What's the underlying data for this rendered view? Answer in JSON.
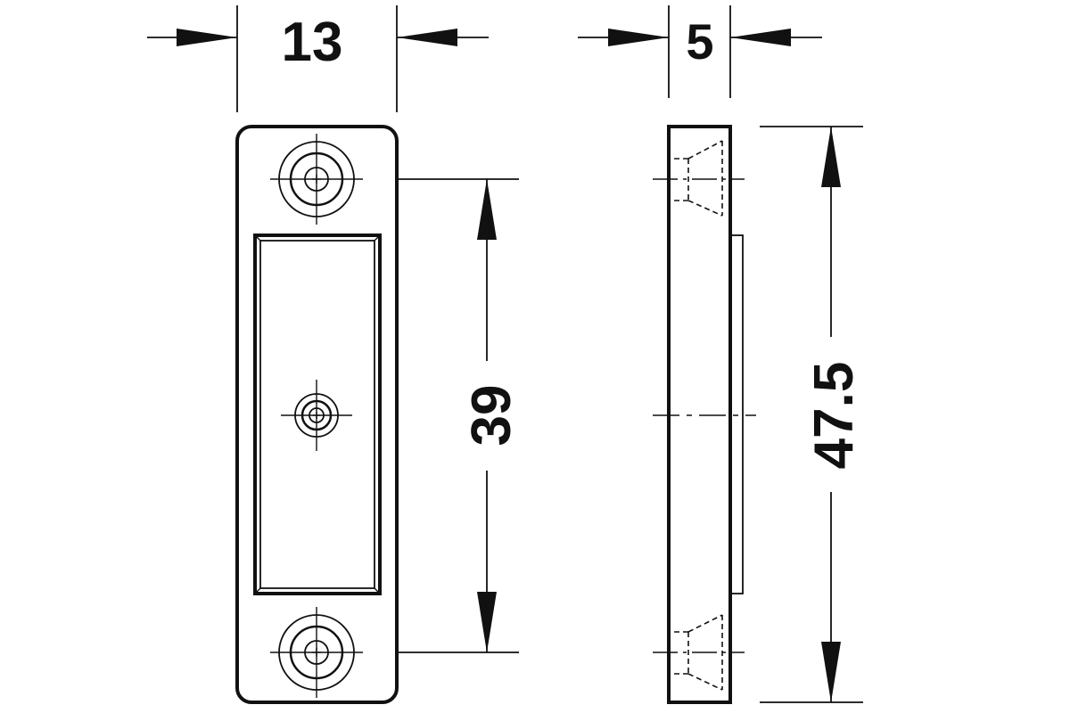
{
  "dimensions": {
    "front_width": "13",
    "side_depth": "5",
    "hole_spacing": "39",
    "overall_length": "47.5"
  },
  "colors": {
    "line": "#111111",
    "background": "#ffffff"
  }
}
